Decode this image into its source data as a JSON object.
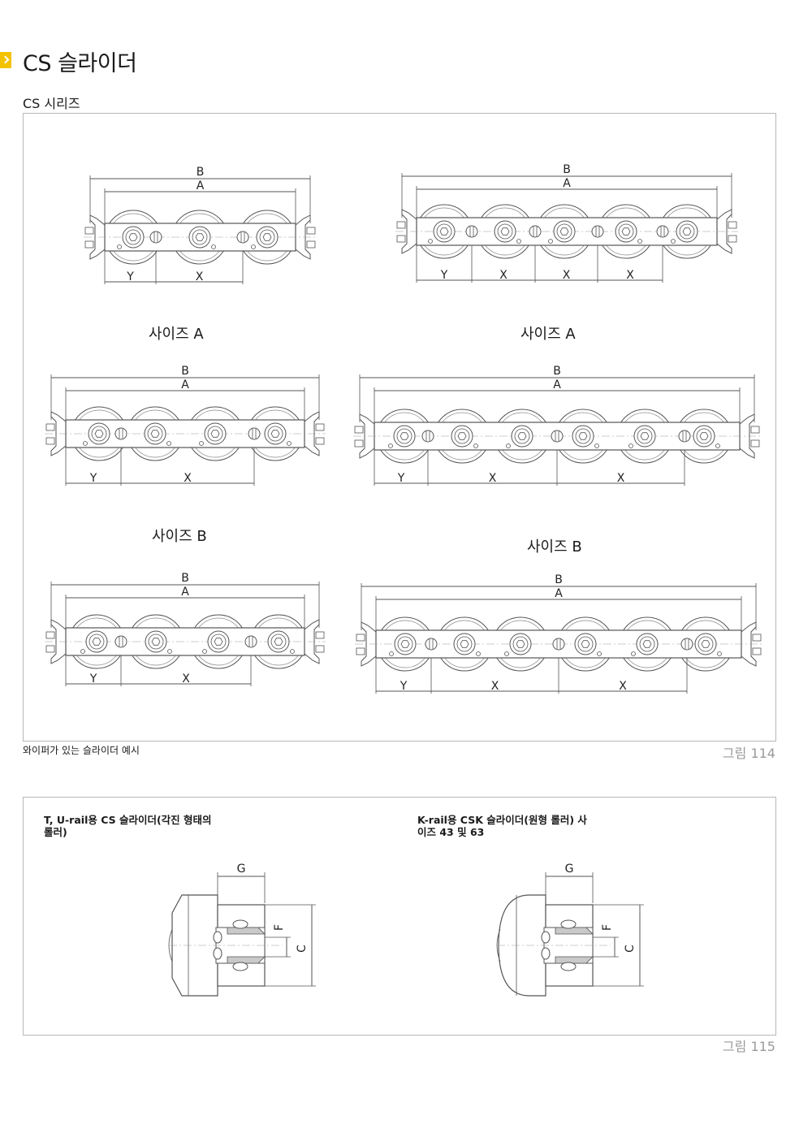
{
  "header": {
    "title": "CS 슬라이더",
    "subtitle": "CS 시리즈"
  },
  "figure114": {
    "caption": "와이퍼가 있는 슬라이더 예시",
    "number": "그림 114",
    "size_labels": [
      "사이즈 A",
      "사이즈 A",
      "사이즈 B",
      "사이즈 B"
    ],
    "dimension_labels": {
      "b": "B",
      "a": "A",
      "x": "X",
      "y": "Y"
    }
  },
  "figure115": {
    "number": "그림 115",
    "left_title": "T, U-rail용 CS 슬라이더(각진 형태의 롤러)",
    "right_title": "K-rail용 CSK 슬라이더(원형 롤러) 사이즈 43 및 63",
    "dimension_labels": {
      "g": "G",
      "f": "F",
      "c": "C"
    }
  },
  "colors": {
    "accent": "#f2c200",
    "border": "#b8b8b8",
    "figure_number": "#9a9a9a"
  }
}
